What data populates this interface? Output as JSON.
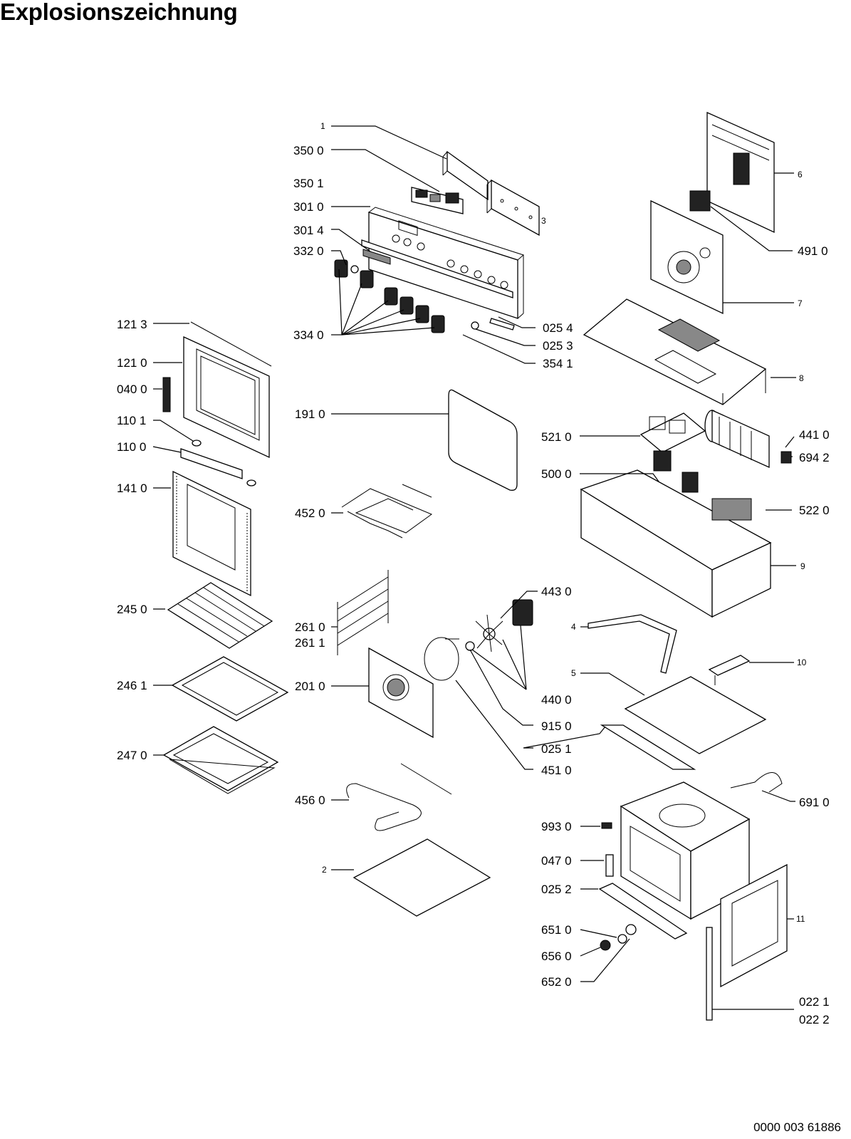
{
  "title": "Explosionszeichnung",
  "doc_number": "0000 003 61886",
  "parts": [
    {
      "id": "lbl-1",
      "text": "1"
    },
    {
      "id": "lbl-3500",
      "text": "350 0"
    },
    {
      "id": "lbl-3501",
      "text": "350 1"
    },
    {
      "id": "lbl-3010",
      "text": "301 0"
    },
    {
      "id": "lbl-3014",
      "text": "301 4"
    },
    {
      "id": "lbl-3320",
      "text": "332 0"
    },
    {
      "id": "lbl-3340",
      "text": "334 0"
    },
    {
      "id": "lbl-3",
      "text": "3"
    },
    {
      "id": "lbl-0254",
      "text": "025 4"
    },
    {
      "id": "lbl-0253",
      "text": "025 3"
    },
    {
      "id": "lbl-3541",
      "text": "354 1"
    },
    {
      "id": "lbl-6",
      "text": "6"
    },
    {
      "id": "lbl-4910",
      "text": "491 0"
    },
    {
      "id": "lbl-7",
      "text": "7"
    },
    {
      "id": "lbl-8",
      "text": "8"
    },
    {
      "id": "lbl-1213",
      "text": "121 3"
    },
    {
      "id": "lbl-1210",
      "text": "121 0"
    },
    {
      "id": "lbl-0400",
      "text": "040 0"
    },
    {
      "id": "lbl-1101",
      "text": "110 1"
    },
    {
      "id": "lbl-1100",
      "text": "110 0"
    },
    {
      "id": "lbl-1410",
      "text": "141 0"
    },
    {
      "id": "lbl-2450",
      "text": "245 0"
    },
    {
      "id": "lbl-2461",
      "text": "246 1"
    },
    {
      "id": "lbl-2470",
      "text": "247 0"
    },
    {
      "id": "lbl-1910",
      "text": "191 0"
    },
    {
      "id": "lbl-4520",
      "text": "452 0"
    },
    {
      "id": "lbl-2610",
      "text": "261 0"
    },
    {
      "id": "lbl-2611",
      "text": "261 1"
    },
    {
      "id": "lbl-2010",
      "text": "201 0"
    },
    {
      "id": "lbl-4560",
      "text": "456 0"
    },
    {
      "id": "lbl-2",
      "text": "2"
    },
    {
      "id": "lbl-5210",
      "text": "521 0"
    },
    {
      "id": "lbl-4410",
      "text": "441 0"
    },
    {
      "id": "lbl-6942",
      "text": "694 2"
    },
    {
      "id": "lbl-5000",
      "text": "500 0"
    },
    {
      "id": "lbl-5220",
      "text": "522 0"
    },
    {
      "id": "lbl-9",
      "text": "9"
    },
    {
      "id": "lbl-4430",
      "text": "443 0"
    },
    {
      "id": "lbl-4400",
      "text": "440 0"
    },
    {
      "id": "lbl-9150",
      "text": "915 0"
    },
    {
      "id": "lbl-0251",
      "text": "025 1"
    },
    {
      "id": "lbl-4510",
      "text": "451 0"
    },
    {
      "id": "lbl-4",
      "text": "4"
    },
    {
      "id": "lbl-5",
      "text": "5"
    },
    {
      "id": "lbl-10",
      "text": "10"
    },
    {
      "id": "lbl-6910",
      "text": "691 0"
    },
    {
      "id": "lbl-9930",
      "text": "993 0"
    },
    {
      "id": "lbl-0470",
      "text": "047 0"
    },
    {
      "id": "lbl-0252",
      "text": "025 2"
    },
    {
      "id": "lbl-11",
      "text": "11"
    },
    {
      "id": "lbl-6510",
      "text": "651 0"
    },
    {
      "id": "lbl-6560",
      "text": "656 0"
    },
    {
      "id": "lbl-6520",
      "text": "652 0"
    },
    {
      "id": "lbl-0221",
      "text": "022 1"
    },
    {
      "id": "lbl-0222",
      "text": "022 2"
    }
  ]
}
